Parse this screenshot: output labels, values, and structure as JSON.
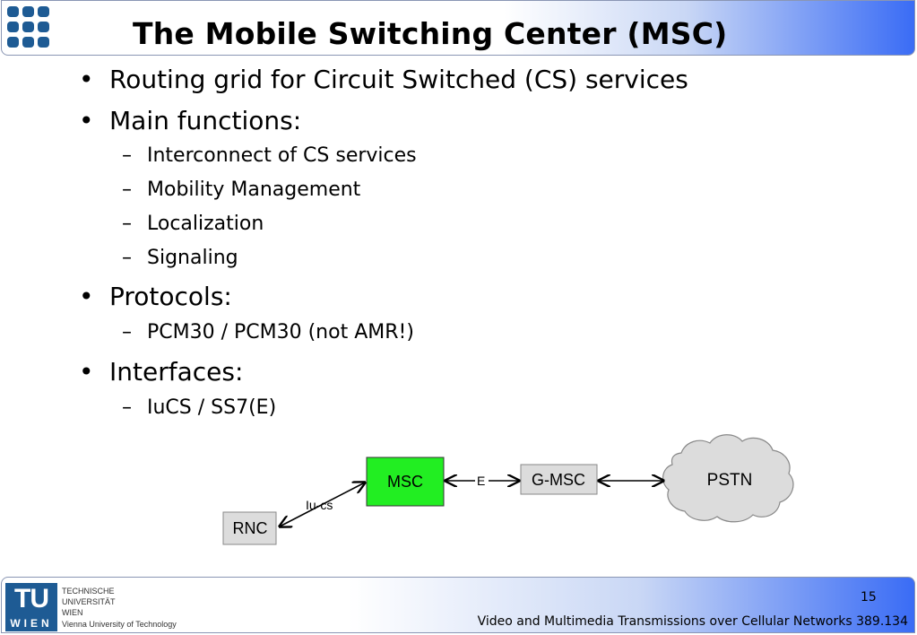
{
  "header": {
    "title": "The Mobile Switching Center (MSC)"
  },
  "content": {
    "bullets": [
      {
        "text": "Routing grid for Circuit Switched (CS) services"
      },
      {
        "text": "Main functions:",
        "subs": [
          "Interconnect of CS services",
          "Mobility Management",
          "Localization",
          "Signaling"
        ]
      },
      {
        "text": "Protocols:",
        "subs": [
          "PCM30 / PCM30 (not AMR!)"
        ]
      },
      {
        "text": "Interfaces:",
        "subs": [
          "IuCS / SS7(E)"
        ]
      }
    ]
  },
  "diagram": {
    "nodes": {
      "msc": "MSC",
      "gmsc": "G-MSC",
      "pstn": "PSTN",
      "rnc": "RNC"
    },
    "edge_labels": {
      "iucs": "Iu-cs",
      "e": "E"
    },
    "colors": {
      "msc_fill": "#22ee22",
      "box_fill": "#dcdcdc",
      "cloud_fill": "#dcdcdc"
    }
  },
  "footer": {
    "university": [
      "TECHNISCHE",
      "UNIVERSITÄT",
      "WIEN",
      "Vienna University of Technology"
    ],
    "logo_tu": "TU",
    "logo_wien": "WIEN",
    "page_number": "15",
    "course_title": "Video and Multimedia Transmissions over Cellular Networks 389.134"
  },
  "colors": {
    "accent": "#3a6cf5",
    "logo_blue": "#1e5b94"
  }
}
